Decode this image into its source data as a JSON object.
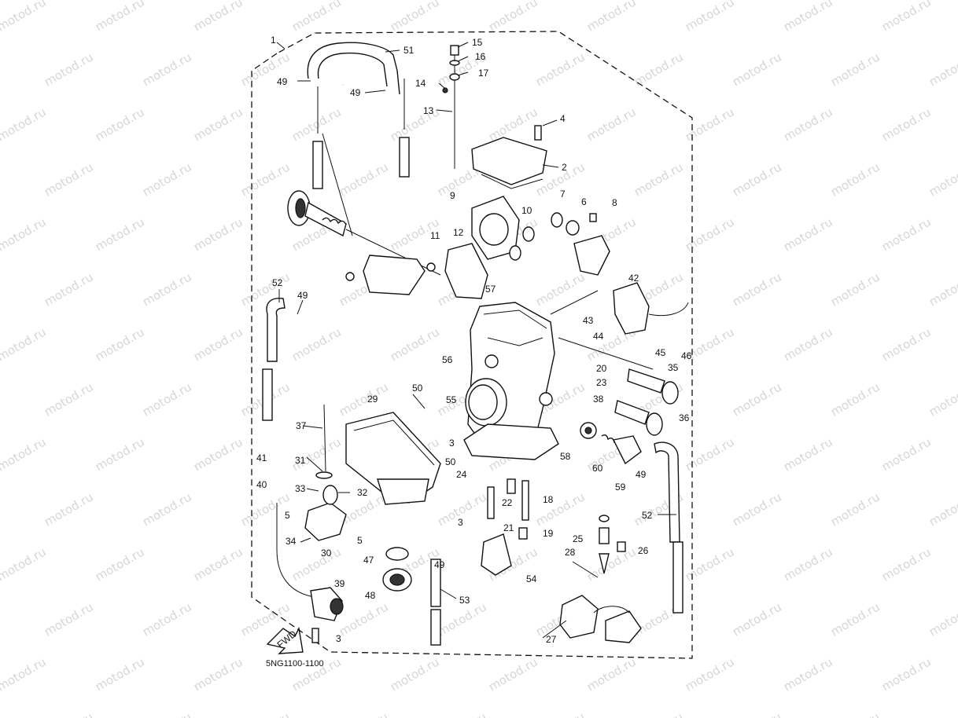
{
  "watermark": "motod.ru",
  "diagram_code": "5NG1100-1100",
  "fwd_label": "FWD",
  "labels": {
    "p1": "1",
    "p2": "2",
    "p3a": "3",
    "p3b": "3",
    "p3c": "3",
    "p4": "4",
    "p5a": "5",
    "p5b": "5",
    "p6": "6",
    "p7": "7",
    "p8": "8",
    "p9": "9",
    "p10": "10",
    "p11": "11",
    "p12": "12",
    "p13": "13",
    "p14": "14",
    "p15": "15",
    "p16": "16",
    "p17": "17",
    "p18": "18",
    "p19": "19",
    "p20": "20",
    "p21": "21",
    "p22": "22",
    "p23": "23",
    "p24": "24",
    "p25": "25",
    "p26": "26",
    "p27": "27",
    "p28": "28",
    "p29": "29",
    "p30": "30",
    "p31": "31",
    "p32": "32",
    "p33": "33",
    "p34": "34",
    "p35": "35",
    "p36": "36",
    "p37": "37",
    "p38": "38",
    "p39": "39",
    "p40": "40",
    "p41": "41",
    "p42": "42",
    "p43": "43",
    "p44": "44",
    "p45": "45",
    "p46": "46",
    "p47": "47",
    "p48": "48",
    "p49a": "49",
    "p49b": "49",
    "p49c": "49",
    "p49d": "49",
    "p50a": "50",
    "p50b": "50",
    "p51": "51",
    "p52a": "52",
    "p52b": "52",
    "p53": "53",
    "p54": "54",
    "p55": "55",
    "p56": "56",
    "p57": "57",
    "p58": "58",
    "p59": "59",
    "p60": "60"
  }
}
